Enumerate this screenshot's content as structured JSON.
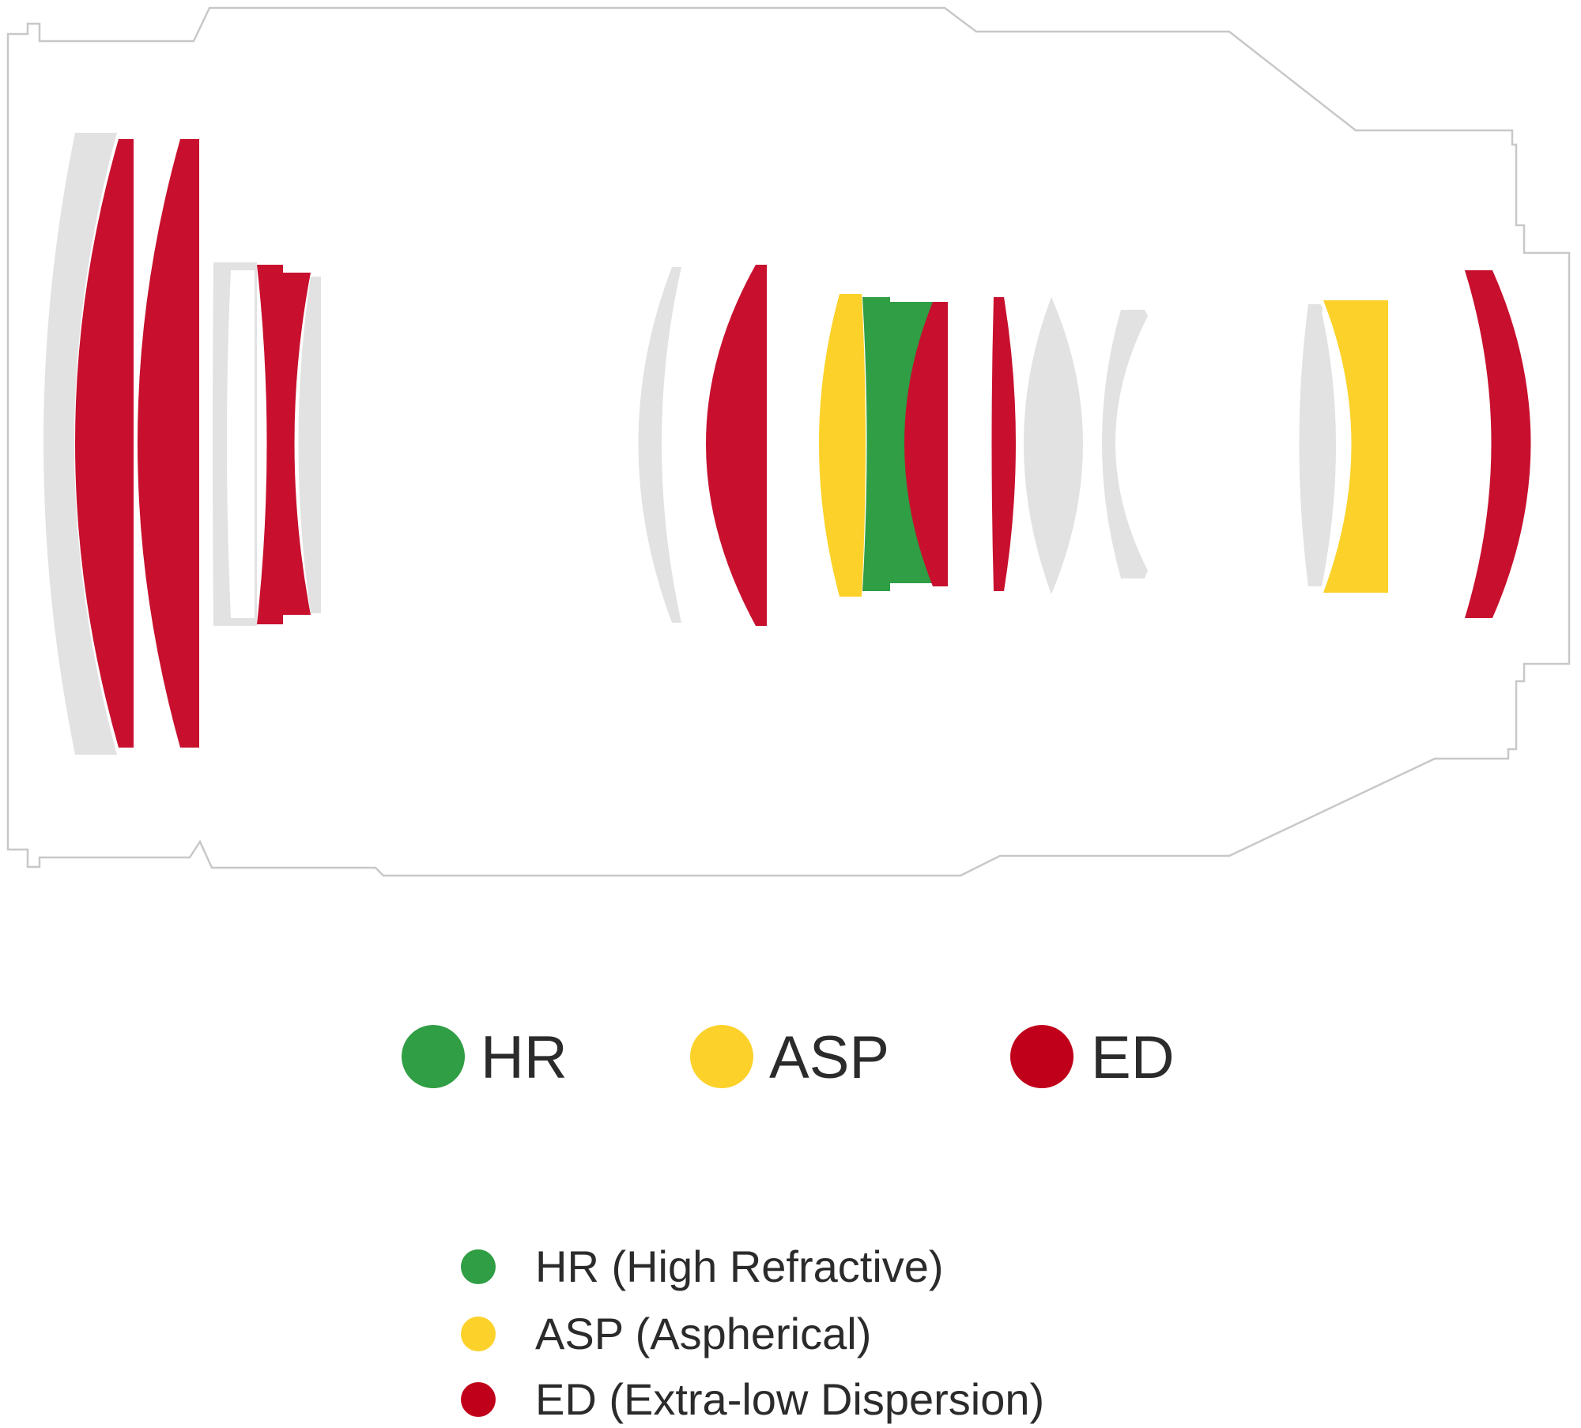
{
  "colors": {
    "hr": "#2f9e44",
    "asp": "#fcd22a",
    "ed": "#c8102e",
    "ed_marker": "#c0001a",
    "glass": "#e2e2e2",
    "barrel_outline": "#c8c8c8",
    "text": "#2b2b2b"
  },
  "legend_top": {
    "items": [
      {
        "key": "hr",
        "label": "HR"
      },
      {
        "key": "asp",
        "label": "ASP"
      },
      {
        "key": "ed",
        "label": "ED"
      }
    ]
  },
  "legend_bottom": {
    "items": [
      {
        "key": "hr",
        "label": "HR (High Refractive)"
      },
      {
        "key": "asp",
        "label": "ASP (Aspherical)"
      },
      {
        "key": "ed",
        "label": "ED (Extra-low Dispersion)"
      }
    ]
  }
}
